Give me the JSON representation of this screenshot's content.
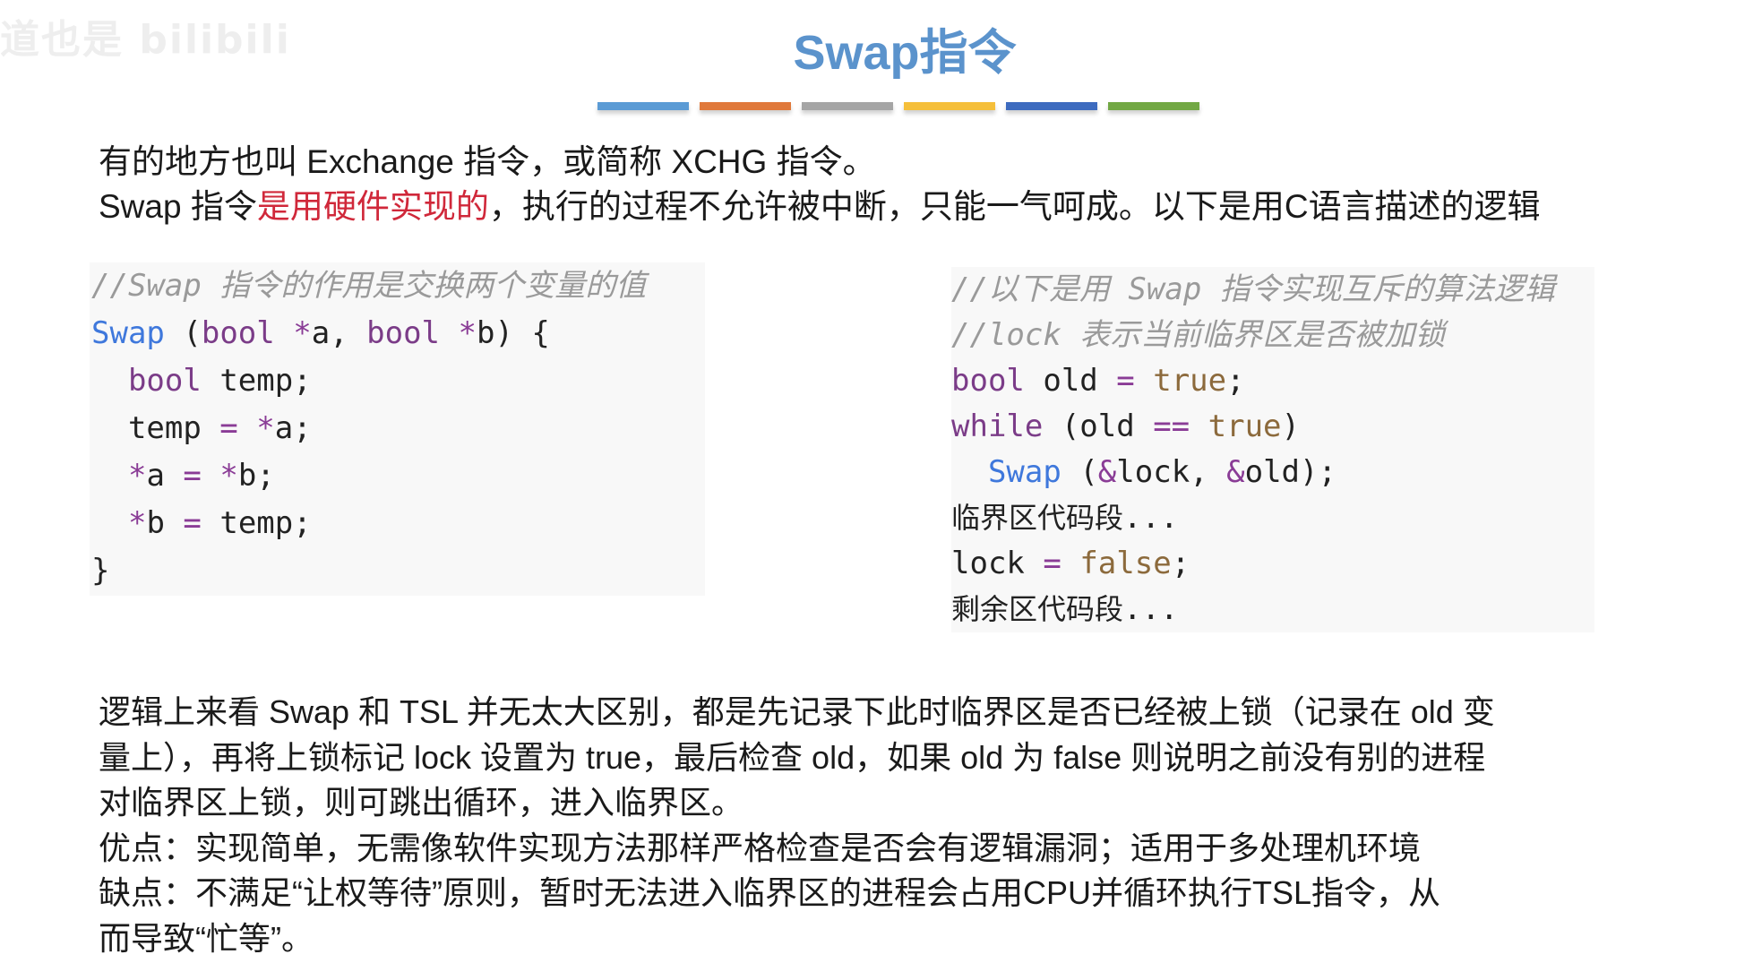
{
  "watermark": "道也是 bilibili",
  "title": "Swap指令",
  "accent_bars": [
    "#5b9bd5",
    "#e0793b",
    "#a5a5a5",
    "#f5bf3a",
    "#3d6bbf",
    "#72a844"
  ],
  "intro": {
    "line1": "有的地方也叫 Exchange 指令，或简称 XCHG 指令。",
    "line2_prefix": "Swap 指令",
    "line2_highlight": "是用硬件实现的",
    "line2_suffix": "，执行的过程不允许被中断，只能一气呵成。以下是用C语言描述的逻辑",
    "highlight_color": "#d0283a"
  },
  "code_left": [
    [
      [
        "comment",
        "//Swap 指令的作用是交换两个变量的值"
      ]
    ],
    [
      [
        "func",
        "Swap"
      ],
      [
        "plain",
        " ("
      ],
      [
        "keyword",
        "bool"
      ],
      [
        "plain",
        " "
      ],
      [
        "op",
        "*"
      ],
      [
        "plain",
        "a, "
      ],
      [
        "keyword",
        "bool"
      ],
      [
        "plain",
        " "
      ],
      [
        "op",
        "*"
      ],
      [
        "plain",
        "b) {"
      ]
    ],
    [
      [
        "plain",
        "  "
      ],
      [
        "keyword",
        "bool"
      ],
      [
        "plain",
        " temp;"
      ]
    ],
    [
      [
        "plain",
        "  temp "
      ],
      [
        "op",
        "="
      ],
      [
        "plain",
        " "
      ],
      [
        "op",
        "*"
      ],
      [
        "plain",
        "a;"
      ]
    ],
    [
      [
        "plain",
        "  "
      ],
      [
        "op",
        "*"
      ],
      [
        "plain",
        "a "
      ],
      [
        "op",
        "="
      ],
      [
        "plain",
        " "
      ],
      [
        "op",
        "*"
      ],
      [
        "plain",
        "b;"
      ]
    ],
    [
      [
        "plain",
        "  "
      ],
      [
        "op",
        "*"
      ],
      [
        "plain",
        "b "
      ],
      [
        "op",
        "="
      ],
      [
        "plain",
        " temp;"
      ]
    ],
    [
      [
        "plain",
        "}"
      ]
    ]
  ],
  "code_right": [
    [
      [
        "comment",
        "//以下是用 Swap 指令实现互斥的算法逻辑"
      ]
    ],
    [
      [
        "comment",
        "//lock 表示当前临界区是否被加锁"
      ]
    ],
    [
      [
        "keyword",
        "bool"
      ],
      [
        "plain",
        " old "
      ],
      [
        "op",
        "="
      ],
      [
        "plain",
        " "
      ],
      [
        "literal",
        "true"
      ],
      [
        "plain",
        ";"
      ]
    ],
    [
      [
        "keyword",
        "while"
      ],
      [
        "plain",
        " (old "
      ],
      [
        "op",
        "=="
      ],
      [
        "plain",
        " "
      ],
      [
        "literal",
        "true"
      ],
      [
        "plain",
        ")"
      ]
    ],
    [
      [
        "plain",
        "  "
      ],
      [
        "func",
        "Swap"
      ],
      [
        "plain",
        " ("
      ],
      [
        "op",
        "&"
      ],
      [
        "plain",
        "lock, "
      ],
      [
        "op",
        "&"
      ],
      [
        "plain",
        "old);"
      ]
    ],
    [
      [
        "cjk",
        "临界区代码段"
      ],
      [
        "plain",
        "..."
      ]
    ],
    [
      [
        "plain",
        "lock "
      ],
      [
        "op",
        "="
      ],
      [
        "plain",
        " "
      ],
      [
        "literal",
        "false"
      ],
      [
        "plain",
        ";"
      ]
    ],
    [
      [
        "cjk",
        "剩余区代码段"
      ],
      [
        "plain",
        "..."
      ]
    ]
  ],
  "body_lines": [
    "逻辑上来看 Swap 和 TSL 并无太大区别，都是先记录下此时临界区是否已经被上锁（记录在 old 变",
    "量上），再将上锁标记 lock 设置为 true，最后检查 old，如果 old 为 false 则说明之前没有别的进程",
    "对临界区上锁，则可跳出循环，进入临界区。",
    "优点：实现简单，无需像软件实现方法那样严格检查是否会有逻辑漏洞；适用于多处理机环境",
    "缺点：不满足“让权等待”原则，暂时无法进入临界区的进程会占用CPU并循环执行TSL指令，从",
    "而导致“忙等”。"
  ]
}
